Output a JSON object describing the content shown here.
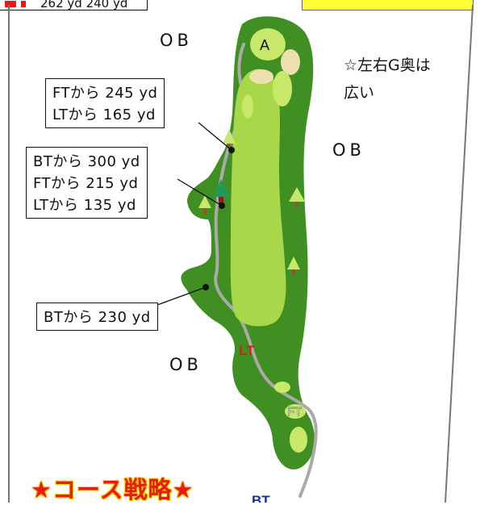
{
  "header": {
    "distances_text": "262 yd 240 yd",
    "accent_red": "#e81b12",
    "highlight_yellow": "#ffff33"
  },
  "map": {
    "out_of_bounds": [
      "OB",
      "OB",
      "OB"
    ],
    "green_label": "A",
    "tee_labels": {
      "lt": "LT",
      "ft": "FT",
      "bt": "BT"
    },
    "note_lines": [
      "☆左右G奥は",
      "広い"
    ],
    "markers": [
      {
        "lines": [
          "FTから 245 yd",
          "LTから 165 yd"
        ]
      },
      {
        "lines": [
          "BTから 300 yd",
          "FTから 215 yd",
          "LTから 135 yd"
        ]
      },
      {
        "lines": [
          "BTから 230 yd"
        ]
      }
    ],
    "colors": {
      "rough": "#3f8f22",
      "fairway": "#a8d84a",
      "green": "#c8e86a",
      "bunker": "#eedfae",
      "cart_path": "#aaaaaa"
    }
  },
  "strategy_title": "★コース戦略★"
}
